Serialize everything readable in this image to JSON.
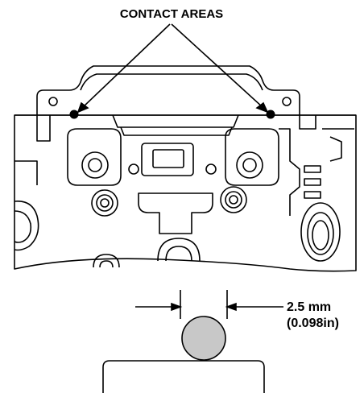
{
  "labels": {
    "callout": "CONTACT AREAS",
    "dimension_metric": "2.5 mm",
    "dimension_imperial": "(0.098in)"
  },
  "colors": {
    "line": "#000000",
    "background": "#ffffff",
    "bead_fill": "#c8c8c8"
  }
}
